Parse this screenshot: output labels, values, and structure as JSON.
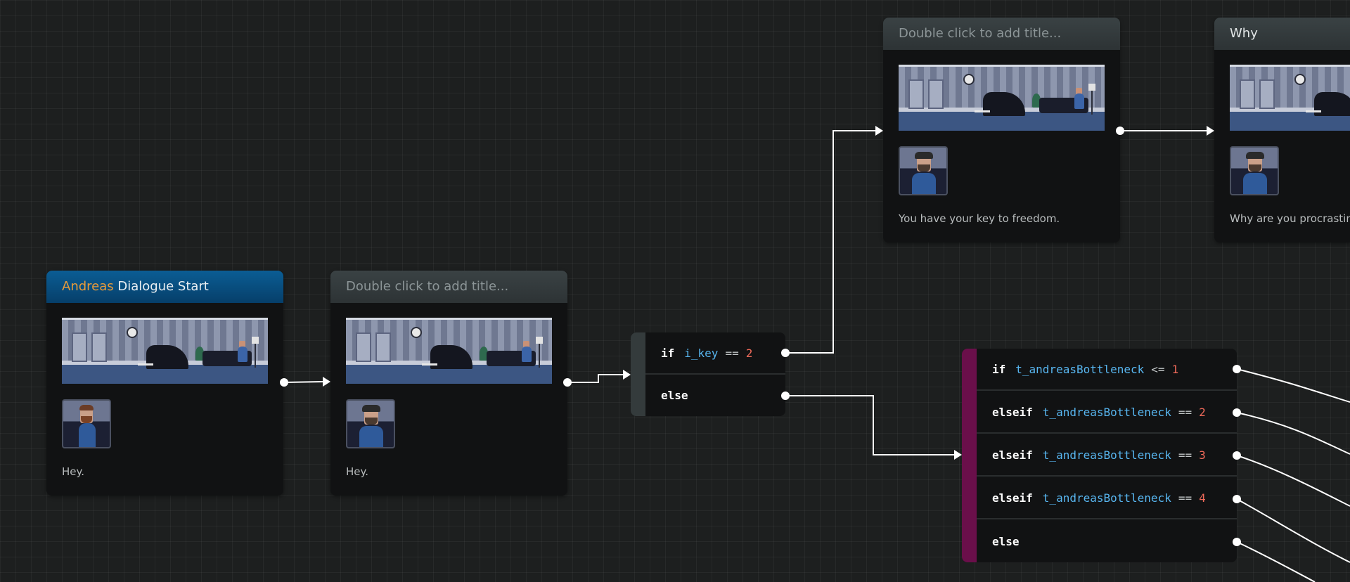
{
  "canvas": {
    "background": "#1d1f1f",
    "grid": true
  },
  "nodes": {
    "start": {
      "title_accent": "Andreas",
      "title_rest": " Dialogue Start",
      "text": "Hey.",
      "portrait": "andreas-standing",
      "header_color": "#0b5d94",
      "accent_color": "#e89b3a"
    },
    "second": {
      "title_placeholder": "Double click to add title...",
      "text": "Hey.",
      "portrait": "bearded-man-sitting"
    },
    "key": {
      "title_placeholder": "Double click to add title...",
      "text": "You have your key to freedom.",
      "portrait": "bearded-man-sitting"
    },
    "why": {
      "title": "Why",
      "text": "Why are you procrastin",
      "portrait": "bearded-man-sitting"
    }
  },
  "branch1": {
    "bar_color": "#343b3c",
    "rows": [
      {
        "keyword": "if",
        "var": "i_key",
        "op": "==",
        "num": "2"
      },
      {
        "keyword": "else"
      }
    ]
  },
  "branch2": {
    "bar_color": "#6a0f4a",
    "rows": [
      {
        "keyword": "if",
        "var": "t_andreasBottleneck",
        "op": "<=",
        "num": "1"
      },
      {
        "keyword": "elseif",
        "var": "t_andreasBottleneck",
        "op": "==",
        "num": "2"
      },
      {
        "keyword": "elseif",
        "var": "t_andreasBottleneck",
        "op": "==",
        "num": "3"
      },
      {
        "keyword": "elseif",
        "var": "t_andreasBottleneck",
        "op": "==",
        "num": "4"
      },
      {
        "keyword": "else"
      }
    ]
  }
}
